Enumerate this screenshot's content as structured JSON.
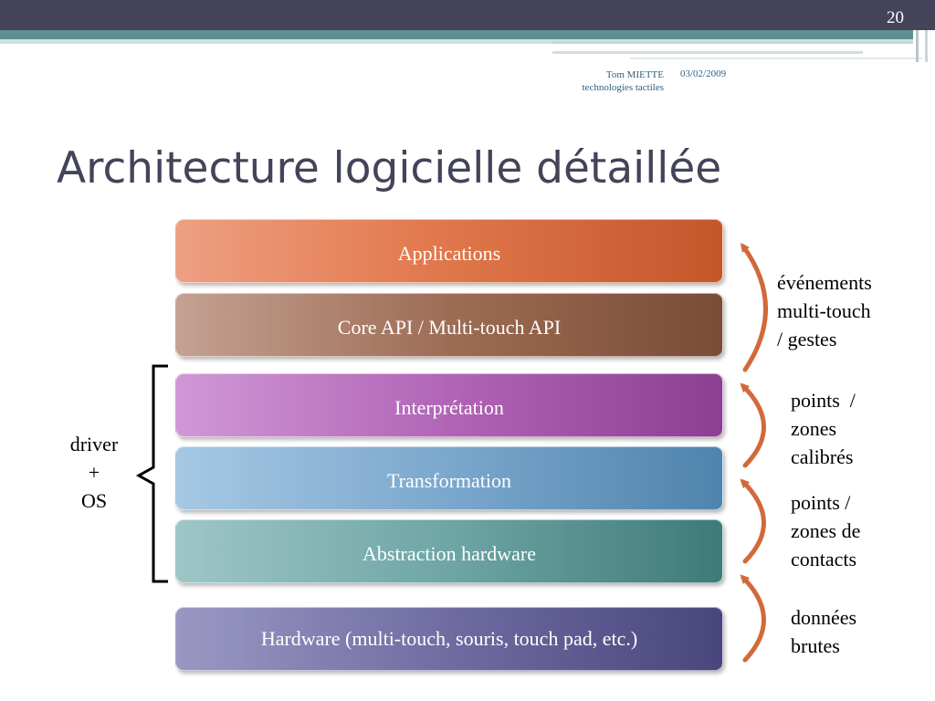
{
  "slide": {
    "number": "20",
    "footer_author_line1": "Tom MIETTE",
    "footer_author_line2": "technologies tactiles",
    "footer_date": "03/02/2009",
    "title": "Architecture logicielle détaillée"
  },
  "layers": {
    "applications": "Applications",
    "core_api": "Core API / Multi-touch API",
    "interpretation": "Interprétation",
    "transformation": "Transformation",
    "abstraction": "Abstraction hardware",
    "hardware": "Hardware (multi-touch, souris, touch pad, etc.)"
  },
  "annotations": {
    "events": [
      "événements",
      "multi-touch",
      "/ gestes"
    ],
    "calibrated": [
      "points  /",
      "zones",
      "calibrés"
    ],
    "contacts": [
      "points /",
      "zones de",
      "contacts"
    ],
    "raw": [
      "données",
      "brutes"
    ],
    "driver_os": [
      "driver",
      "+",
      "OS"
    ]
  },
  "colors": {
    "header_dark": "#434459",
    "header_teal": "#5f8f8e",
    "bracket": "#000000",
    "arrow": "#d2693a"
  }
}
